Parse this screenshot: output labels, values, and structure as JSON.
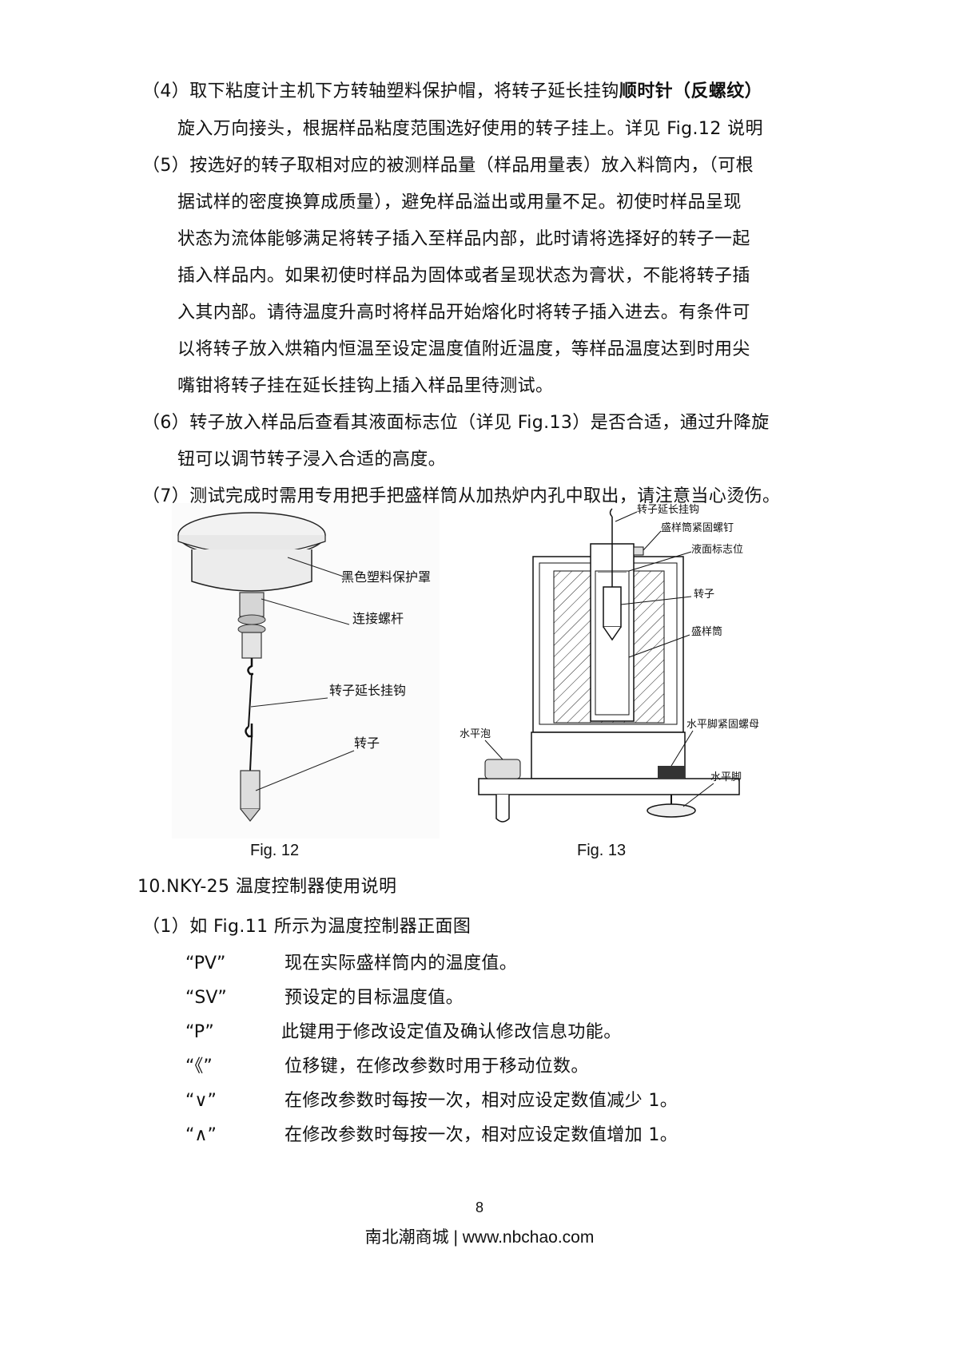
{
  "steps": {
    "s4_l1a": "（4）取下粘度计主机下方转轴塑料保护帽，将转子延长挂钩",
    "s4_l1b": "顺时针（反螺纹）",
    "s4_l2": "旋入万向接头，根据样品粘度范围选好使用的转子挂上。详见 Fig.12 说明",
    "s5_l1": "（5）按选好的转子取相对应的被测样品量（样品用量表）放入料筒内，（可根",
    "s5_l2": "据试样的密度换算成质量），避免样品溢出或用量不足。初使时样品呈现",
    "s5_l3": "状态为流体能够满足将转子插入至样品内部，此时请将选择好的转子一起",
    "s5_l4": "插入样品内。如果初使时样品为固体或者呈现状态为膏状，不能将转子插",
    "s5_l5": "入其内部。请待温度升高时将样品开始熔化时将转子插入进去。有条件可",
    "s5_l6": "以将转子放入烘箱内恒温至设定温度值附近温度，等样品温度达到时用尖",
    "s5_l7": "嘴钳将转子挂在延长挂钩上插入样品里待测试。",
    "s6_l1": "（6）转子放入样品后查看其液面标志位（详见 Fig.13）是否合适，通过升降旋",
    "s6_l2": "钮可以调节转子浸入合适的高度。",
    "s7_l1": "（7）测试完成时需用专用把手把盛样筒从加热炉内孔中取出，请注意当心烫伤。"
  },
  "fig12": {
    "caption": "Fig. 12",
    "labels": {
      "cap": "黑色塑料保护罩",
      "screw": "连接螺杆",
      "hook": "转子延长挂钩",
      "rotor": "转子"
    }
  },
  "fig13": {
    "caption": "Fig. 13",
    "labels": {
      "hook": "转子延长挂钩",
      "screw": "盛样筒紧固螺钉",
      "level": "液面标志位",
      "rotor": "转子",
      "cup": "盛样筒",
      "bubble": "水平泡",
      "nut": "水平脚紧固螺母",
      "foot": "水平脚"
    }
  },
  "section10": {
    "heading": "10.NKY-25 温度控制器使用说明",
    "item1": "（1）如 Fig.11 所示为温度控制器正面图",
    "keys": [
      {
        "sym": "“PV”",
        "desc": "现在实际盛样筒内的温度值。"
      },
      {
        "sym": "“SV”",
        "desc": "预设定的目标温度值。"
      },
      {
        "sym": "“P”",
        "desc": "此键用于修改设定值及确认修改信息功能。"
      },
      {
        "sym": "“《”",
        "desc": "位移键，在修改参数时用于移动位数。"
      },
      {
        "sym": "“∨”",
        "desc": "在修改参数时每按一次，相对应设定数值减少 1。"
      },
      {
        "sym": "“∧”",
        "desc": "在修改参数时每按一次，相对应设定数值增加 1。"
      }
    ]
  },
  "page_number": "8",
  "footer": "南北潮商城 | www.nbchao.com"
}
